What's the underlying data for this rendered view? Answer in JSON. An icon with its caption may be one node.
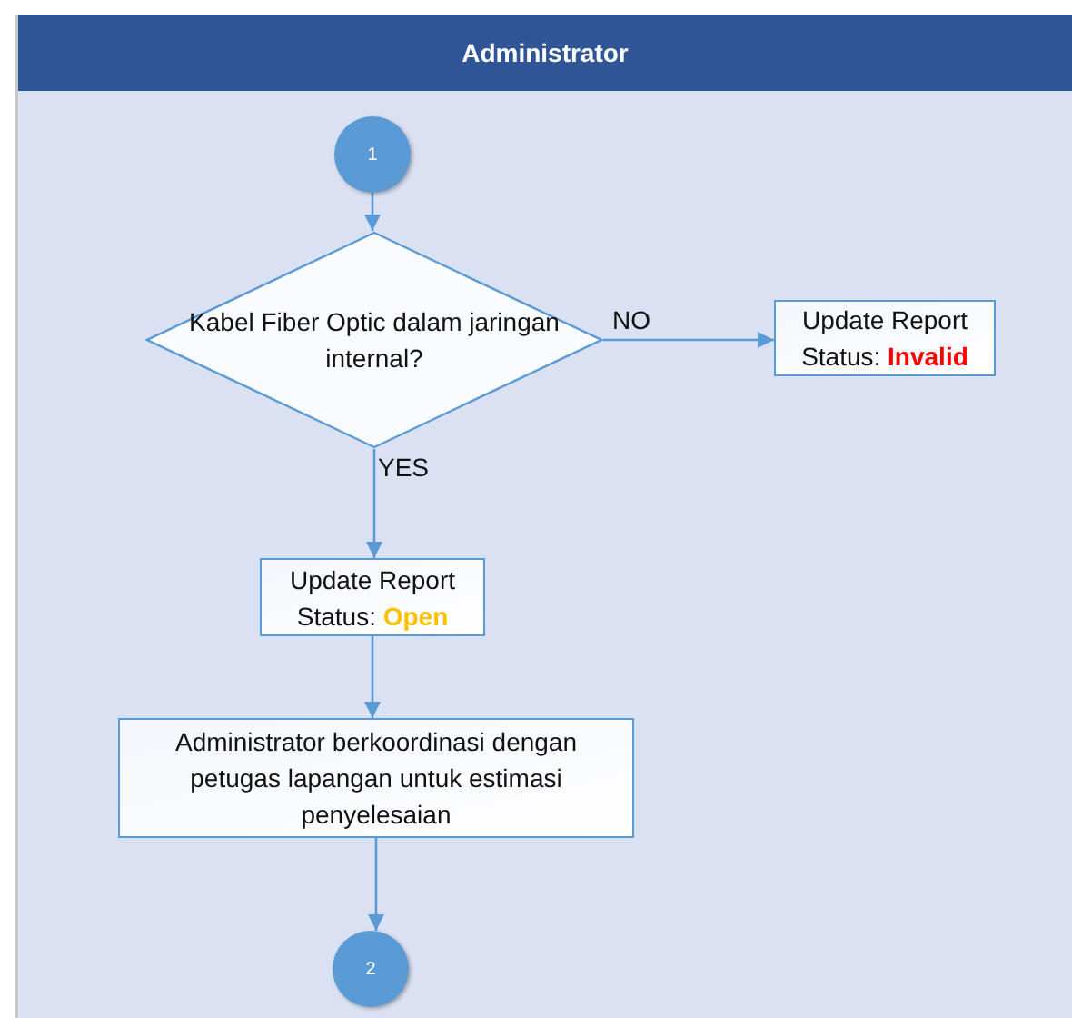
{
  "diagram": {
    "nodes": [
      {
        "text": [
          "Administrator"
        ]
      },
      {
        "text": [
          "1"
        ],
        "in": 0
      },
      {
        "text": [
          "Kabel Fiber Optic dalam jaringan internal?"
        ],
        "in": 0
      },
      {
        "text": [
          "Update Report Status: **Invalid**"
        ],
        "in": 0
      },
      {
        "text": [
          "Update Report Status: **Open**"
        ],
        "in": 0
      },
      {
        "text": [
          "Administrator berkoordinasi dengan petugas lapangan untuk estimasi penyelesaian"
        ],
        "in": 0
      },
      {
        "text": [
          "2"
        ],
        "in": 0
      }
    ],
    "edges": [
      {
        "from": 1,
        "to": 2,
        "arrow": "to"
      },
      {
        "from": 2,
        "to": 3,
        "arrow": "to",
        "label": "NO"
      },
      {
        "from": 2,
        "to": 4,
        "arrow": "to",
        "label": "YES"
      },
      {
        "from": 4,
        "to": 5,
        "arrow": "to"
      },
      {
        "from": 5,
        "to": 6,
        "arrow": "to"
      }
    ]
  }
}
